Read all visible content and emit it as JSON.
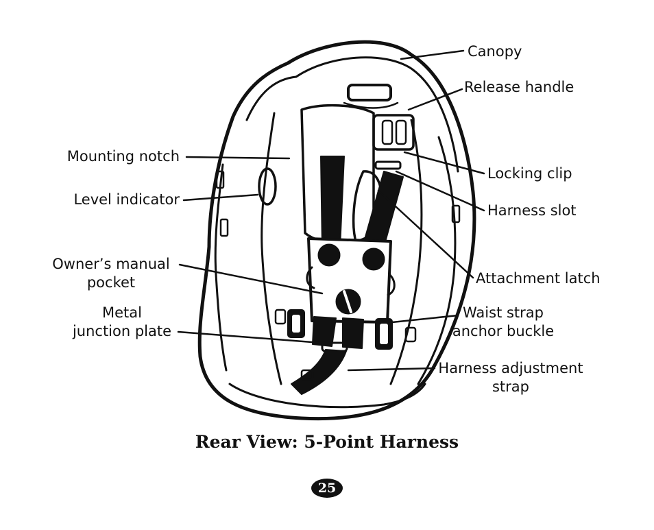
{
  "diagram": {
    "labels": {
      "canopy": "Canopy",
      "release_handle": "Release handle",
      "mounting_notch": "Mounting notch",
      "locking_clip": "Locking clip",
      "level_indicator": "Level indicator",
      "harness_slot": "Harness slot",
      "owners_manual_pocket": [
        "Owner’s manual",
        "pocket"
      ],
      "attachment_latch": "Attachment latch",
      "metal_junction_plate": [
        "Metal",
        "junction plate"
      ],
      "waist_strap_anchor_buckle": [
        "Waist strap",
        "anchor buckle"
      ],
      "harness_adjustment_strap": [
        "Harness adjustment",
        "strap"
      ]
    }
  },
  "caption": "Rear View: 5-Point Harness",
  "page_number": "25"
}
